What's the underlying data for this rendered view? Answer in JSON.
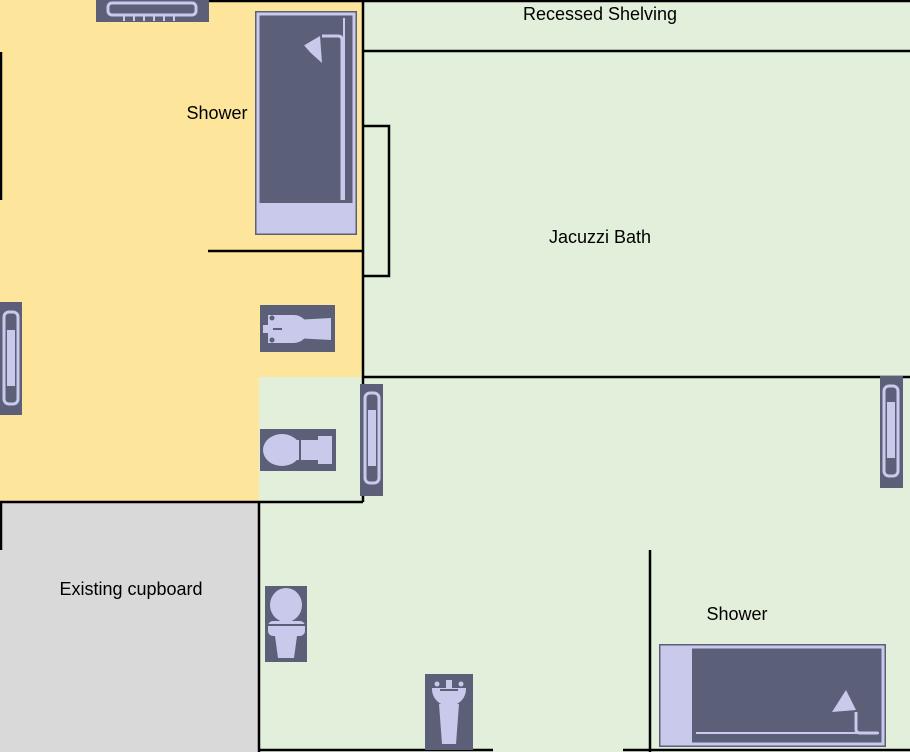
{
  "labels": {
    "recessed_shelving": "Recessed Shelving",
    "shower_top": "Shower",
    "jacuzzi_bath": "Jacuzzi Bath",
    "existing_cupboard": "Existing cupboard",
    "shower_bottom": "Shower"
  },
  "colors": {
    "ensuite_fill": "#fde59b",
    "bathroom_fill": "#e2efda",
    "cupboard_fill": "#d9d9d9",
    "fixture_dark": "#5b6078",
    "fixture_light": "#c9c9ec",
    "wall": "#000000"
  },
  "icons": [
    "towel-rail-icon",
    "shower-tray-icon",
    "shower-head-icon",
    "basin-icon",
    "toilet-icon",
    "bathtub-icon"
  ]
}
